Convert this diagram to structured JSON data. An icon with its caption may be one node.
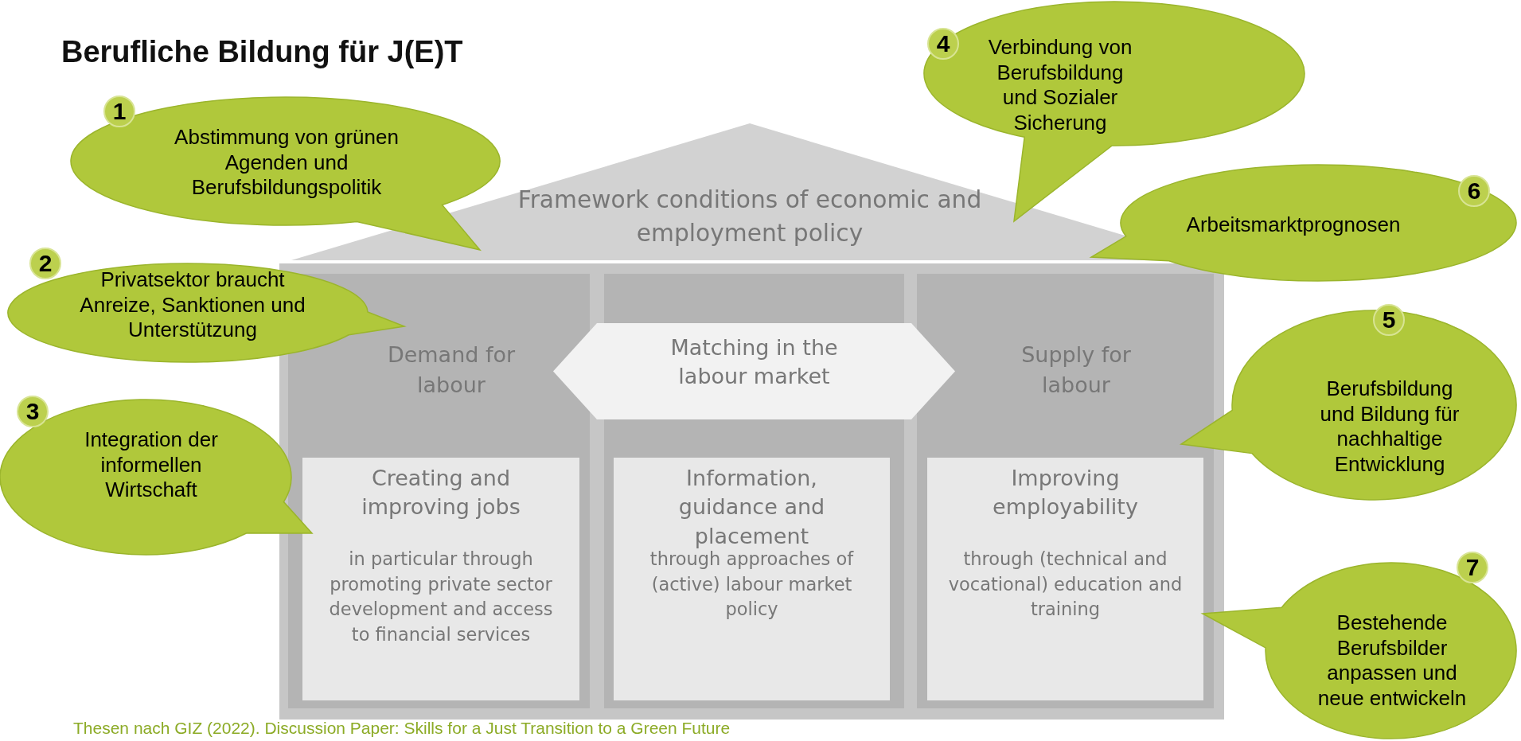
{
  "diagram": {
    "title": "Berufliche Bildung für J(E)T",
    "caption": "Thesen nach GIZ (2022). Discussion Paper: Skills for a Just Transition to a Green Future",
    "nodes": [
      {
        "text": [
          "Framework conditions of economic and employment policy"
        ]
      },
      {
        "text": [
          "Demand for labour"
        ]
      },
      {
        "text": [
          "Creating and improving jobs",
          "in particular through promoting private sector development and access to financial services"
        ],
        "in": 1
      },
      {
        "text": [],
        "shape": "box"
      },
      {
        "text": [
          "Information, guidance and placement",
          "through approaches of (active) labour market policy"
        ],
        "in": 3
      },
      {
        "text": [
          "Supply for labour"
        ]
      },
      {
        "text": [
          "Improving employability",
          "through (technical and vocational) education and training"
        ],
        "in": 5
      },
      {
        "text": [
          "Matching in the labour market"
        ]
      },
      {
        "text": [
          "1",
          "Abstimmung von grünen Agenden und Berufsbildungspolitik"
        ]
      },
      {
        "text": [
          "2",
          "Privatsektor braucht Anreize, Sanktionen und Unterstützung"
        ]
      },
      {
        "text": [
          "3",
          "Integration der informellen Wirtschaft"
        ]
      },
      {
        "text": [
          "4",
          "Verbindung von Berufsbildung und Sozialer Sicherung"
        ]
      },
      {
        "text": [
          "6",
          "Arbeitsmarktprognosen"
        ]
      },
      {
        "text": [
          "5",
          "Berufsbildung und Bildung für nachhaltige Entwicklung"
        ]
      },
      {
        "text": [
          "7",
          "Bestehende Berufsbilder anpassen und neue entwickeln"
        ]
      }
    ]
  }
}
